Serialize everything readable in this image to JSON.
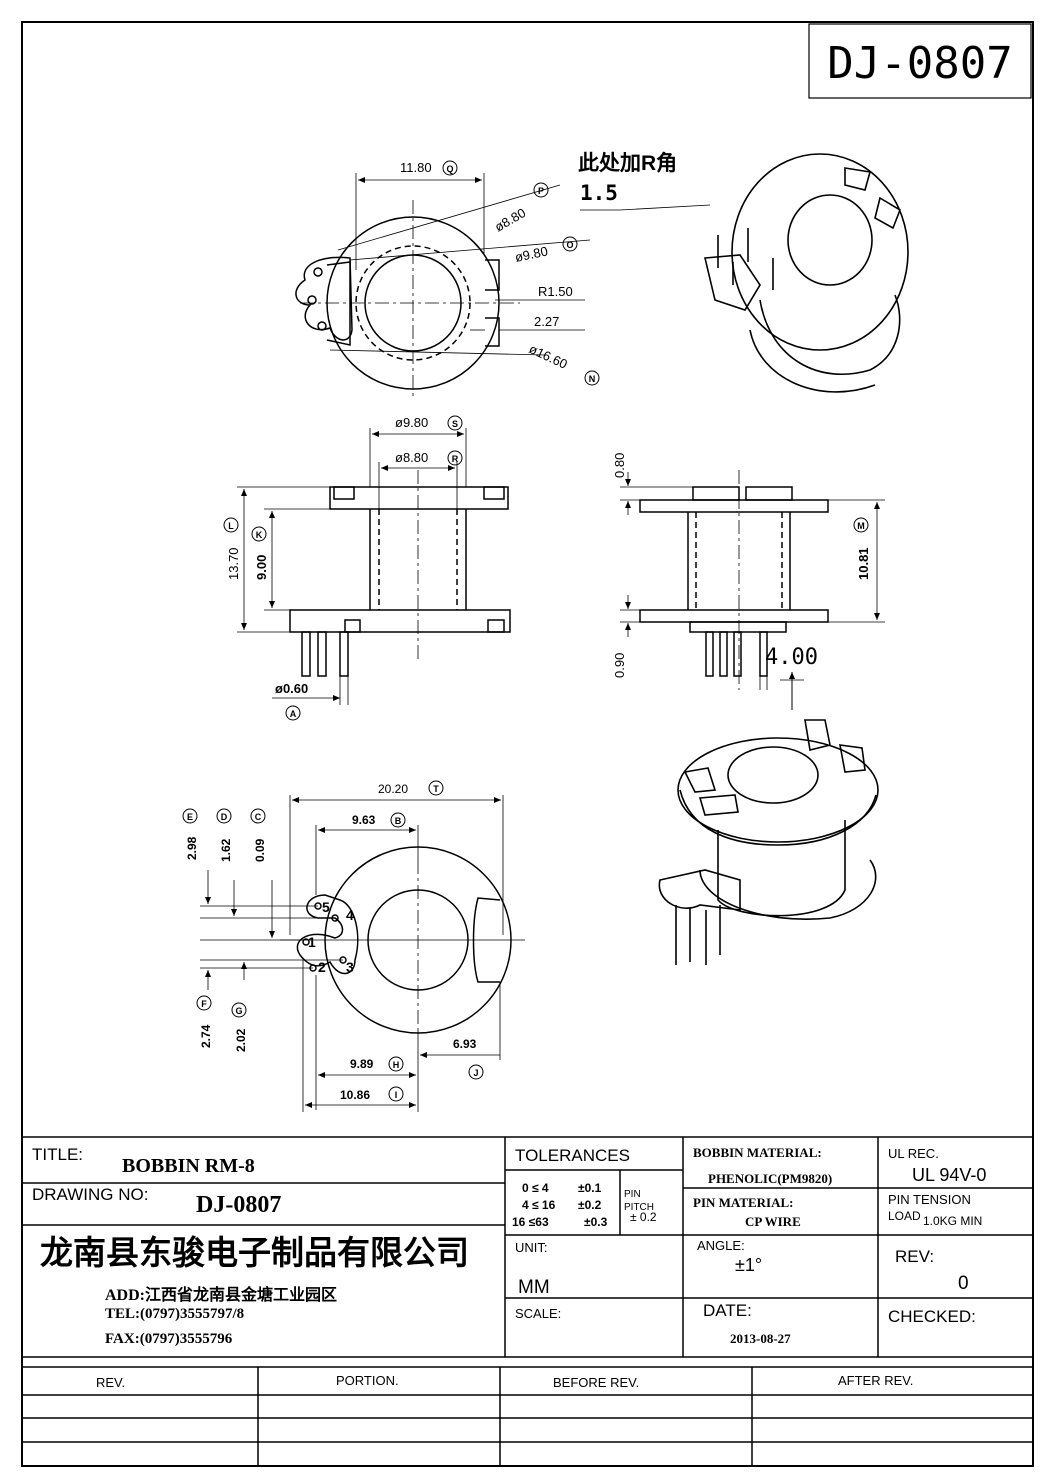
{
  "drawing_no_box": "DJ-0807",
  "annotation": {
    "cn": "此处加R角",
    "value": "1.5"
  },
  "top_view": {
    "q": "11.80",
    "q_tag": "Q",
    "p": "ø8.80",
    "p_tag": "P",
    "o": "ø9.80",
    "o_tag": "O",
    "r": "R1.50",
    "w": "2.27",
    "n": "ø16.60",
    "n_tag": "N"
  },
  "side_view": {
    "s": "ø9.80",
    "s_tag": "S",
    "r": "ø8.80",
    "r_tag": "R",
    "l": "13.70",
    "l_tag": "L",
    "k": "9.00",
    "k_tag": "K",
    "a": "ø0.60",
    "a_tag": "A"
  },
  "front_view": {
    "top": "0.80",
    "bottom": "0.90",
    "m": "10.81",
    "m_tag": "M",
    "pin": "4.00"
  },
  "bottom_view": {
    "t": "20.20",
    "t_tag": "T",
    "b": "9.63",
    "b_tag": "B",
    "e": "2.98",
    "e_tag": "E",
    "d": "1.62",
    "d_tag": "D",
    "c": "0.09",
    "c_tag": "C",
    "f": "2.74",
    "f_tag": "F",
    "g": "2.02",
    "g_tag": "G",
    "h": "9.89",
    "h_tag": "H",
    "j": "6.93",
    "j_tag": "J",
    "i": "10.86",
    "i_tag": "I",
    "pins": [
      "1",
      "2",
      "3",
      "4",
      "5"
    ]
  },
  "title_block": {
    "title_label": "TITLE:",
    "title": "BOBBIN RM-8",
    "drawing_no_label": "DRAWING NO:",
    "drawing_no": "DJ-0807",
    "company": "龙南县东骏电子制品有限公司",
    "add": "ADD:江西省龙南县金塘工业园区",
    "tel": "TEL:(0797)3555797/8",
    "fax": "FAX:(0797)3555796",
    "tolerances_label": "TOLERANCES",
    "tol_rows": [
      {
        "range": "0 ≤ 4",
        "tol": "±0.1"
      },
      {
        "range": "4 ≤ 16",
        "tol": "±0.2"
      },
      {
        "range": "16 ≤63",
        "tol": "±0.3"
      }
    ],
    "pin_pitch": [
      "PIN",
      "PITCH",
      "± 0.2"
    ],
    "unit_label": "UNIT:",
    "unit": "MM",
    "scale_label": "SCALE:",
    "bobbin_material_label": "BOBBIN MATERIAL:",
    "bobbin_material": "PHENOLIC(PM9820)",
    "pin_material_label": "PIN MATERIAL:",
    "pin_material": "CP WIRE",
    "angle_label": "ANGLE:",
    "angle": "±1°",
    "date_label": "DATE:",
    "date": "2013-08-27",
    "ul_label": "UL REC.",
    "ul": "UL 94V-0",
    "pin_tension_label": "PIN TENSION",
    "load_label": "LOAD",
    "load": "1.0KG MIN",
    "rev_label": "REV:",
    "rev": "0",
    "checked_label": "CHECKED:"
  },
  "revision_table": {
    "headers": [
      "REV.",
      "PORTION.",
      "BEFORE REV.",
      "AFTER REV."
    ]
  }
}
